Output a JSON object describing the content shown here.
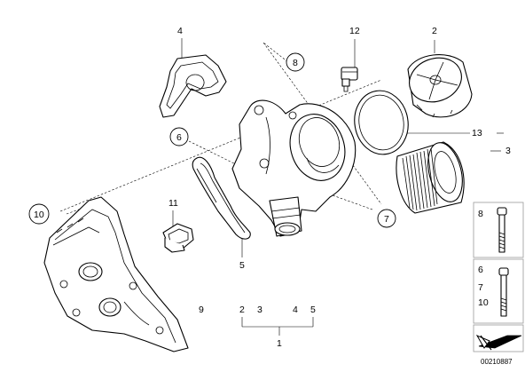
{
  "callouts": {
    "c1": "1",
    "c2_top": "2",
    "c3_right": "3",
    "c4_top": "4",
    "c5_mid": "5",
    "c6_circled": "6",
    "c7_circled": "7",
    "c8_circled": "8",
    "c9": "9",
    "c10_circled": "10",
    "c11": "11",
    "c12": "12",
    "c13": "13"
  },
  "bracket_group": {
    "items": [
      "2",
      "3",
      "4",
      "5"
    ]
  },
  "side_panel": {
    "box1_label": "8",
    "box2_labels": [
      "6",
      "7",
      "10"
    ]
  },
  "diagram_id": "00210887",
  "colors": {
    "line": "#000000",
    "panel_border": "#999999",
    "arrow_fill": "#ffffff"
  }
}
